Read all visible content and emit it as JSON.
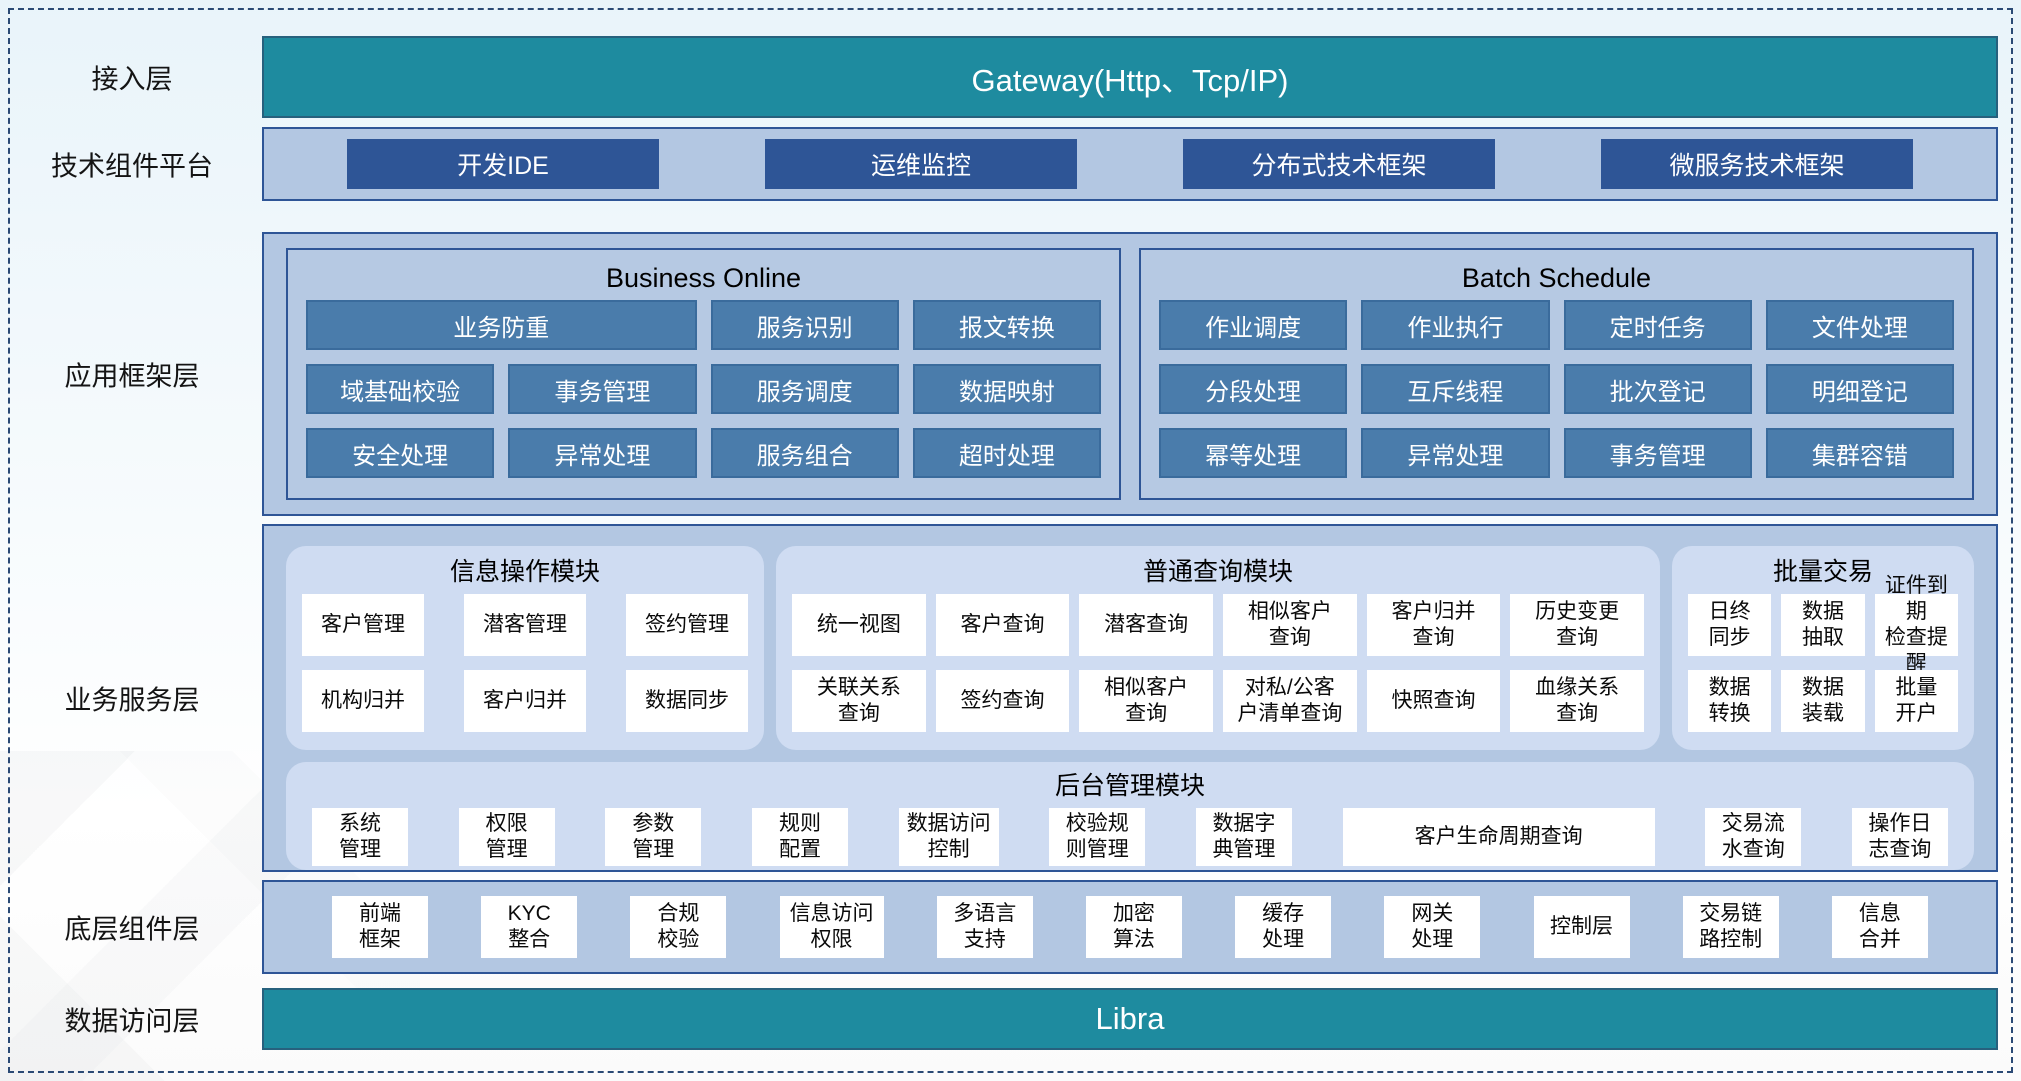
{
  "colors": {
    "teal": "#1e8b9f",
    "navy_button": "#2e5596",
    "panel_fill": "#b3c7e2",
    "module_fill": "#cfdcf2",
    "steel_button": "#4a7cab",
    "steel_border": "#3a6b9c",
    "dashed_border": "#2b4a75",
    "white_box": "#ffffff"
  },
  "layers": {
    "access": {
      "label": "接入层",
      "bar": "Gateway(Http、Tcp/IP)"
    },
    "tech_platform": {
      "label": "技术组件平台",
      "items": [
        "开发IDE",
        "运维监控",
        "分布式技术框架",
        "微服务技术框架"
      ]
    },
    "app_framework": {
      "label": "应用框架层",
      "business_online": {
        "title": "Business Online",
        "cells": [
          {
            "label": "业务防重",
            "span": 2
          },
          {
            "label": "服务识别"
          },
          {
            "label": "报文转换"
          },
          {
            "label": "域基础校验"
          },
          {
            "label": "事务管理"
          },
          {
            "label": "服务调度"
          },
          {
            "label": "数据映射"
          },
          {
            "label": "安全处理"
          },
          {
            "label": "异常处理"
          },
          {
            "label": "服务组合"
          },
          {
            "label": "超时处理"
          }
        ]
      },
      "batch_schedule": {
        "title": "Batch Schedule",
        "cells": [
          {
            "label": "作业调度"
          },
          {
            "label": "作业执行"
          },
          {
            "label": "定时任务"
          },
          {
            "label": "文件处理"
          },
          {
            "label": "分段处理"
          },
          {
            "label": "互斥线程"
          },
          {
            "label": "批次登记"
          },
          {
            "label": "明细登记"
          },
          {
            "label": "幂等处理"
          },
          {
            "label": "异常处理"
          },
          {
            "label": "事务管理"
          },
          {
            "label": "集群容错"
          }
        ]
      }
    },
    "business_service": {
      "label": "业务服务层",
      "info_module": {
        "title": "信息操作模块",
        "cells": [
          {
            "label": "客户管理"
          },
          {
            "label": "潜客管理"
          },
          {
            "label": "签约管理"
          },
          {
            "label": "机构归并"
          },
          {
            "label": "客户归并"
          },
          {
            "label": "数据同步"
          }
        ]
      },
      "query_module": {
        "title": "普通查询模块",
        "cells": [
          {
            "label": "统一视图"
          },
          {
            "label": "客户查询"
          },
          {
            "label": "潜客查询"
          },
          {
            "label": "相似客户\n查询"
          },
          {
            "label": "客户归并\n查询"
          },
          {
            "label": "历史变更\n查询"
          },
          {
            "label": "关联关系\n查询"
          },
          {
            "label": "签约查询"
          },
          {
            "label": "相似客户\n查询"
          },
          {
            "label": "对私/公客\n户清单查询"
          },
          {
            "label": "快照查询"
          },
          {
            "label": "血缘关系\n查询"
          }
        ]
      },
      "batch_module": {
        "title": "批量交易",
        "cells": [
          {
            "label": "日终\n同步"
          },
          {
            "label": "数据\n抽取"
          },
          {
            "label": "证件到期\n检查提醒"
          },
          {
            "label": "数据\n转换"
          },
          {
            "label": "数据\n装载"
          },
          {
            "label": "批量\n开户"
          }
        ]
      },
      "admin_module": {
        "title": "后台管理模块",
        "cells": [
          {
            "label": "系统\n管理"
          },
          {
            "label": "权限\n管理"
          },
          {
            "label": "参数\n管理"
          },
          {
            "label": "规则\n配置"
          },
          {
            "label": "数据访问\n控制"
          },
          {
            "label": "校验规\n则管理"
          },
          {
            "label": "数据字\n典管理"
          },
          {
            "label": "客户生命周期查询",
            "wide": true
          },
          {
            "label": "交易流\n水查询"
          },
          {
            "label": "操作日\n志查询"
          }
        ]
      }
    },
    "base_components": {
      "label": "底层组件层",
      "cells": [
        {
          "label": "前端\n框架"
        },
        {
          "label": "KYC\n整合"
        },
        {
          "label": "合规\n校验"
        },
        {
          "label": "信息访问\n权限"
        },
        {
          "label": "多语言\n支持"
        },
        {
          "label": "加密\n算法"
        },
        {
          "label": "缓存\n处理"
        },
        {
          "label": "网关\n处理"
        },
        {
          "label": "控制层"
        },
        {
          "label": "交易链\n路控制"
        },
        {
          "label": "信息\n合并"
        }
      ]
    },
    "data_access": {
      "label": "数据访问层",
      "bar": "Libra"
    }
  }
}
